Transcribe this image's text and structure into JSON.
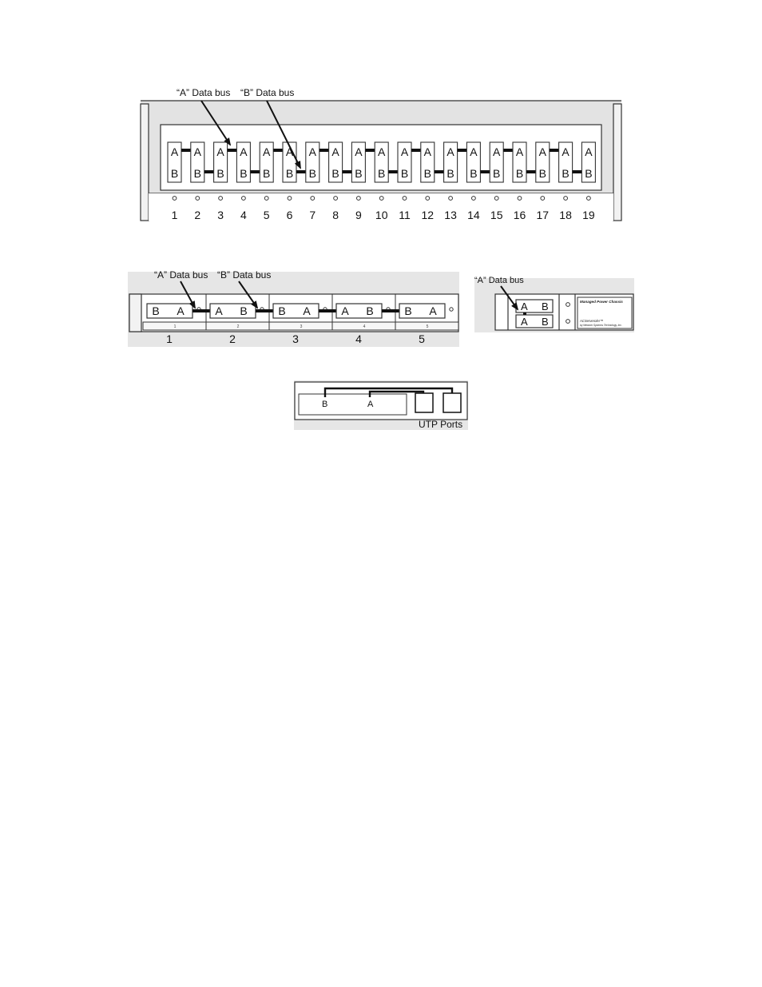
{
  "diagram1": {
    "label_a_bus": "“A” Data bus",
    "label_b_bus": "“B” Data bus",
    "slot_top_letter": "A",
    "slot_bottom_letter": "B",
    "slot_numbers": [
      "1",
      "2",
      "3",
      "4",
      "5",
      "6",
      "7",
      "8",
      "9",
      "10",
      "11",
      "12",
      "13",
      "14",
      "15",
      "16",
      "17",
      "18",
      "19"
    ]
  },
  "diagram2": {
    "label_a_bus": "“A” Data bus",
    "label_b_bus": "“B” Data bus",
    "modules": [
      {
        "left": "B",
        "right": "A",
        "number": "1"
      },
      {
        "left": "A",
        "right": "B",
        "number": "2"
      },
      {
        "left": "B",
        "right": "A",
        "number": "3"
      },
      {
        "left": "A",
        "right": "B",
        "number": "4"
      },
      {
        "left": "B",
        "right": "A",
        "number": "5"
      }
    ]
  },
  "diagram3": {
    "label_a_bus": "“A” Data bus",
    "rows": [
      {
        "left": "A",
        "right": "B"
      },
      {
        "left": "A",
        "right": "B"
      }
    ],
    "plate_title": "Managed Power Chassis",
    "plate_brand": "ACServeroler™",
    "plate_small": "by Network Systems Technology, Inc."
  },
  "diagram4": {
    "letter_b": "B",
    "letter_a": "A",
    "ports_label": "UTP Ports"
  }
}
